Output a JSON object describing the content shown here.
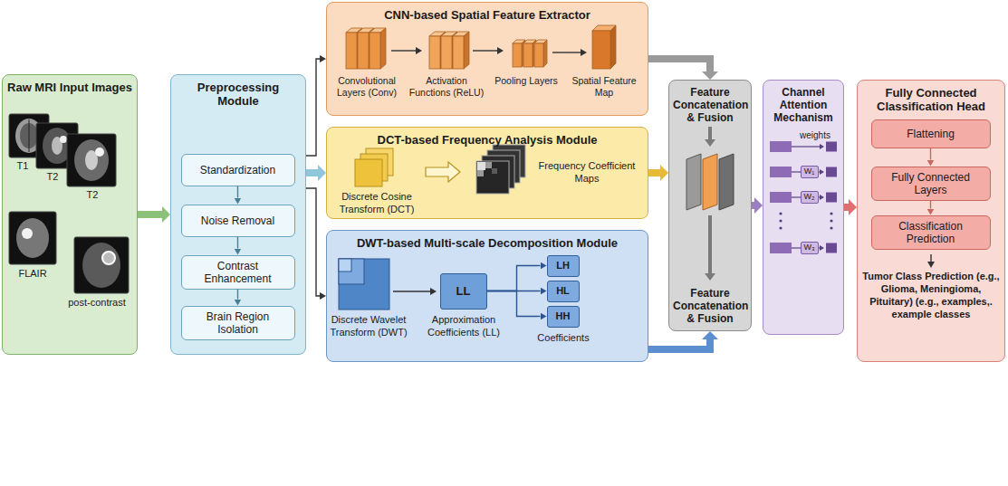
{
  "diagram": {
    "nodes": [
      {
        "text": [
          "Raw MRI Input Images"
        ]
      },
      {
        "text": [
          "Preprocessing Module"
        ]
      },
      {
        "text": [
          "Standardization"
        ],
        "in": 1
      },
      {
        "text": [
          "Noise Removal"
        ],
        "in": 1
      },
      {
        "text": [
          "Contrast Enhancement"
        ],
        "in": 1
      },
      {
        "text": [
          "Brain Region Isolation"
        ],
        "in": 1
      },
      {
        "text": [
          "CNN-based Spatial Feature Extractor"
        ]
      },
      {
        "text": [
          "DCT-based Frequency Analysis Module"
        ]
      },
      {
        "text": [
          "DWT-based Multi-scale Decomposition Module"
        ]
      },
      {
        "text": [
          "LL"
        ],
        "in": 8
      },
      {
        "text": [
          "LH"
        ],
        "in": 8
      },
      {
        "text": [
          "HL"
        ],
        "in": 8
      },
      {
        "text": [
          "HH"
        ],
        "in": 8
      },
      {
        "text": [
          "Feature Concatenation & Fusion",
          "Feature Concatenation & Fusion"
        ]
      },
      {
        "text": [
          "Channel Attention Mechanism"
        ]
      },
      {
        "text": [
          "W₁"
        ],
        "in": 14
      },
      {
        "text": [
          "W₂"
        ],
        "in": 14
      },
      {
        "text": [
          "W₃"
        ],
        "in": 14
      },
      {
        "text": [
          "Fully Connected Classification Head"
        ]
      },
      {
        "text": [
          "Flattening"
        ],
        "in": 18
      },
      {
        "text": [
          "Fully Connected Layers"
        ],
        "in": 18
      },
      {
        "text": [
          "Classification Prediction"
        ],
        "in": 18
      }
    ],
    "edges": [
      {
        "from": 0,
        "to": 1,
        "arrow": "to"
      },
      {
        "from": 1,
        "to": 6,
        "arrow": "to"
      },
      {
        "from": 1,
        "to": 7,
        "arrow": "to"
      },
      {
        "from": 1,
        "to": 8,
        "arrow": "to"
      },
      {
        "from": 2,
        "to": 3,
        "arrow": "to"
      },
      {
        "from": 3,
        "to": 4,
        "arrow": "to"
      },
      {
        "from": 4,
        "to": 5,
        "arrow": "to"
      },
      {
        "from": 9,
        "to": 10,
        "arrow": "to"
      },
      {
        "from": 9,
        "to": 11,
        "arrow": "to"
      },
      {
        "from": 9,
        "to": 12,
        "arrow": "to"
      },
      {
        "from": 6,
        "to": 13,
        "arrow": "to"
      },
      {
        "from": 7,
        "to": 13,
        "arrow": "to"
      },
      {
        "from": 8,
        "to": 13,
        "arrow": "to"
      },
      {
        "from": 13,
        "to": 14,
        "arrow": "to"
      },
      {
        "from": 14,
        "to": 18,
        "arrow": "to"
      },
      {
        "from": 19,
        "to": 20,
        "arrow": "to"
      },
      {
        "from": 20,
        "to": 21,
        "arrow": "to"
      }
    ],
    "labels": [
      "T1",
      "T2",
      "T2",
      "FLAIR",
      "post-contrast",
      "Convolutional Layers (Conv)",
      "Activation Functions (ReLU)",
      "Pooling Layers",
      "Spatial Feature Map",
      "Discrete Cosine Transform (DCT)",
      "Frequency Coefficient Maps",
      "Discrete Wavelet Transform (DWT)",
      "Approximation Coefficients (LL)",
      "Coefficients",
      "weights",
      "Tumor Class Prediction (e.g., Glioma, Meningioma, Pituitary) (e.g., examples,. example classes"
    ]
  }
}
